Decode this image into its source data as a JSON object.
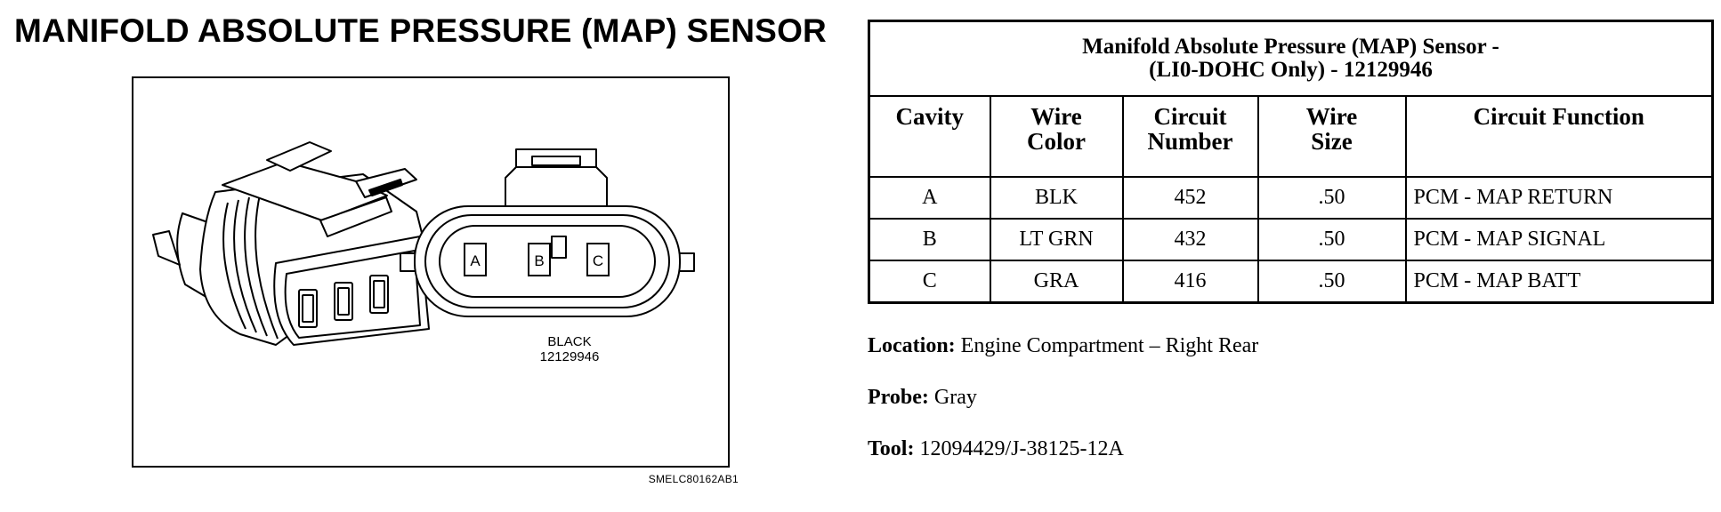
{
  "heading": "MANIFOLD ABSOLUTE PRESSURE (MAP) SENSOR",
  "figure": {
    "pins": [
      "A",
      "B",
      "C"
    ],
    "connector_color": "BLACK",
    "connector_part": "12129946",
    "code": "SMELC80162AB1"
  },
  "table": {
    "title_line1": "Manifold Absolute Pressure (MAP) Sensor -",
    "title_line2": "(LI0-DOHC Only) - 12129946",
    "headers": {
      "cavity": "Cavity",
      "wire_color_1": "Wire",
      "wire_color_2": "Color",
      "circuit_number_1": "Circuit",
      "circuit_number_2": "Number",
      "wire_size_1": "Wire",
      "wire_size_2": "Size",
      "circuit_function": "Circuit Function"
    },
    "rows": [
      {
        "cavity": "A",
        "wire_color": "BLK",
        "circuit_number": "452",
        "wire_size": ".50",
        "circuit_function": "PCM - MAP RETURN"
      },
      {
        "cavity": "B",
        "wire_color": "LT GRN",
        "circuit_number": "432",
        "wire_size": ".50",
        "circuit_function": "PCM - MAP SIGNAL"
      },
      {
        "cavity": "C",
        "wire_color": "GRA",
        "circuit_number": "416",
        "wire_size": ".50",
        "circuit_function": "PCM - MAP BATT"
      }
    ]
  },
  "notes": {
    "location_label": "Location:",
    "location_value": "Engine Compartment – Right Rear",
    "probe_label": "Probe:",
    "probe_value": "Gray",
    "tool_label": "Tool:",
    "tool_value": "12094429/J-38125-12A"
  }
}
